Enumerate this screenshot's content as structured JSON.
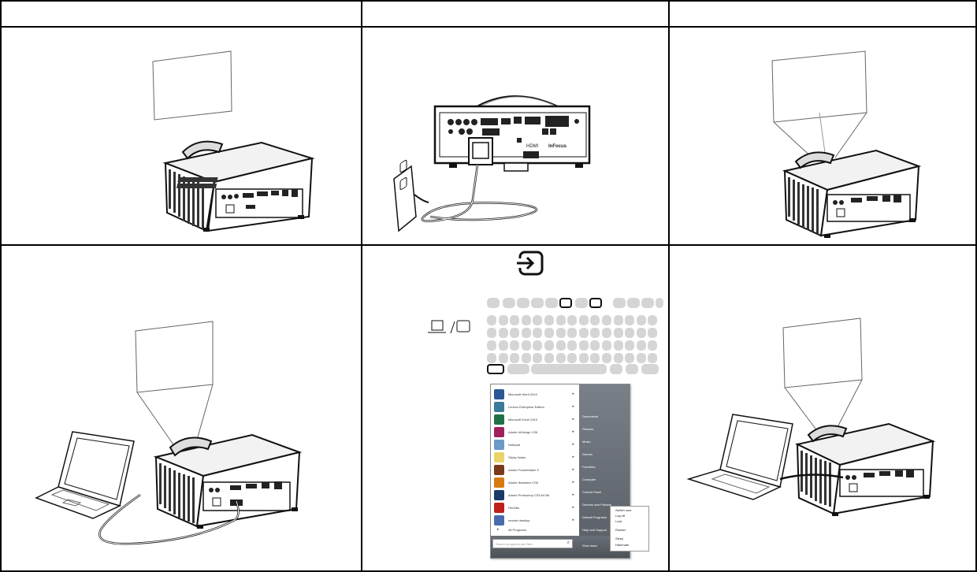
{
  "start_menu": {
    "programs": [
      {
        "label": "Microsoft Word 2010",
        "icon": "word-icon",
        "color": "#2b5797"
      },
      {
        "label": "Lenovo Enterprise Edition",
        "icon": "app-icon",
        "color": "#3a7a9a"
      },
      {
        "label": "Microsoft Excel 2010",
        "icon": "excel-icon",
        "color": "#1e7145"
      },
      {
        "label": "Adobe InDesign CS6",
        "icon": "indesign-icon",
        "color": "#a0205c"
      },
      {
        "label": "Notepad",
        "icon": "notepad-icon",
        "color": "#6a9ac8"
      },
      {
        "label": "Sticky Notes",
        "icon": "sticky-notes-icon",
        "color": "#e8d46a"
      },
      {
        "label": "Adobe FrameMaker 9",
        "icon": "framemaker-icon",
        "color": "#7a3a1a"
      },
      {
        "label": "Adobe Illustrator CS6",
        "icon": "illustrator-icon",
        "color": "#d87a10"
      },
      {
        "label": "Adobe Photoshop CS5 64 Bit",
        "icon": "photoshop-icon",
        "color": "#1a3a6a"
      },
      {
        "label": "FileZilla",
        "icon": "filezilla-icon",
        "color": "#c0201a"
      },
      {
        "label": "remote desktop",
        "icon": "remote-desktop-icon",
        "color": "#4a6ab0"
      }
    ],
    "all_programs": "All Programs",
    "search_placeholder": "Search programs and files",
    "right_items": [
      "Documents",
      "Pictures",
      "Music",
      "Games",
      "Favorites",
      "Computer",
      "Control Panel",
      "Devices and Printers",
      "Default Programs",
      "Help and Support"
    ],
    "shutdown_label": "Shut down",
    "power_submenu": [
      "Switch user",
      "Log off",
      "Lock",
      "Restart",
      "Sleep",
      "Hibernate"
    ]
  },
  "rear_panel_labels": {
    "hdmi": "HDMI",
    "brand": "InFocus"
  },
  "colors": {
    "line": "#000000",
    "key": "#d5d5d5",
    "taskbar": "#5b6068"
  }
}
